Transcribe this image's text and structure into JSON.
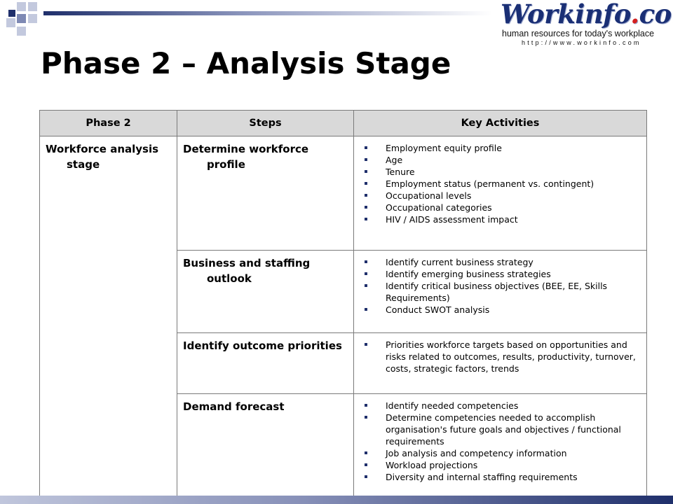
{
  "logo": {
    "name_main": "Workinfo",
    "name_dot": ".",
    "name_tld": "com",
    "tagline": "human resources for today's workplace",
    "url": "http://www.workinfo.com"
  },
  "title": "Phase 2 – Analysis Stage",
  "table": {
    "headers": [
      "Phase 2",
      "Steps",
      "Key Activities"
    ],
    "phase_label": "Workforce analysis stage",
    "rows": [
      {
        "step": "Determine workforce profile",
        "activities": [
          "Employment equity profile",
          "Age",
          "Tenure",
          "Employment status (permanent vs. contingent)",
          "Occupational levels",
          "Occupational categories",
          "HIV / AIDS assessment impact"
        ]
      },
      {
        "step": "Business and staffing outlook",
        "activities": [
          "Identify current business strategy",
          "Identify emerging business strategies",
          "Identify critical business objectives (BEE, EE, Skills Requirements)",
          "Conduct SWOT analysis"
        ]
      },
      {
        "step": "Identify outcome priorities",
        "activities": [
          "Priorities workforce targets based on opportunities and risks related to outcomes, results, productivity, turnover, costs, strategic factors, trends"
        ]
      },
      {
        "step": "Demand forecast",
        "activities": [
          "Identify needed competencies",
          "Determine competencies needed to accomplish organisation's future goals and objectives / functional requirements",
          "Job analysis and competency information",
          "Workload projections",
          "Diversity and internal staffing requirements"
        ]
      }
    ]
  }
}
